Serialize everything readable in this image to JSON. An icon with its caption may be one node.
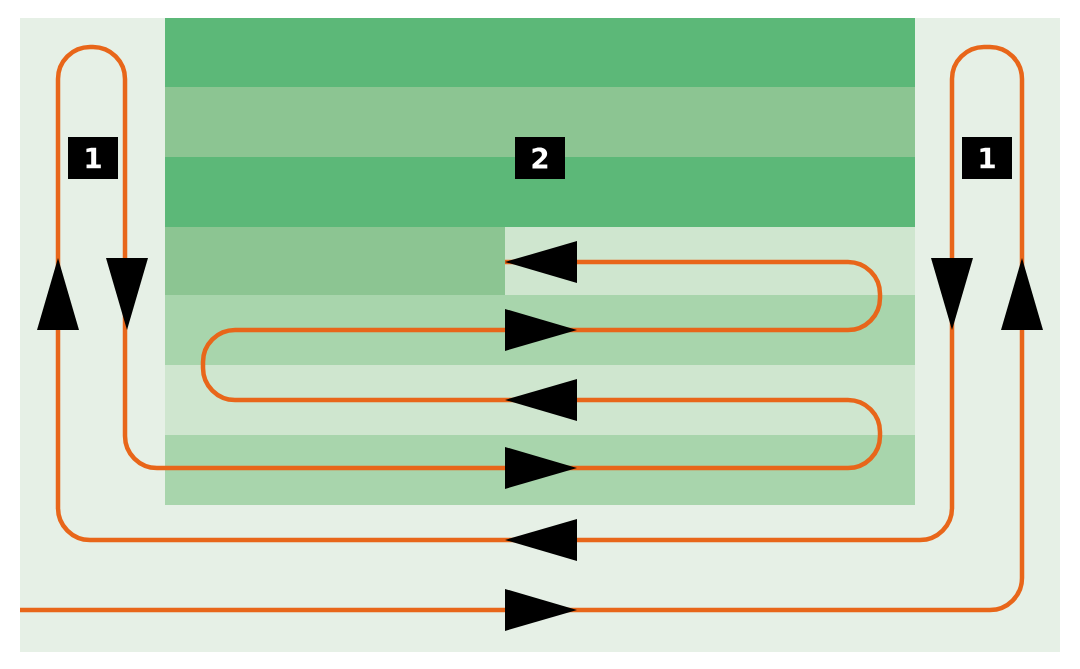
{
  "diagram": {
    "labels": [
      "1",
      "2",
      "1"
    ]
  }
}
